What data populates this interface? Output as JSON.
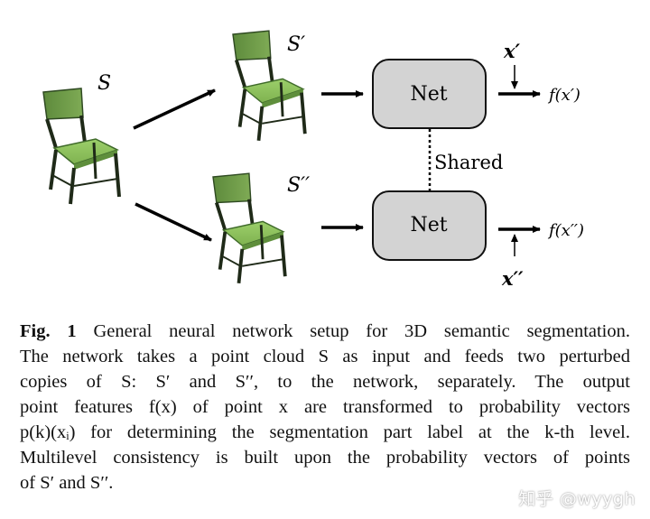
{
  "figure": {
    "labels": {
      "s": "S",
      "s_prime": "S′",
      "s_double_prime": "S′′",
      "net_top": "Net",
      "net_bottom": "Net",
      "shared": "Shared",
      "x_prime": "x′",
      "x_double_prime": "x′′",
      "f_x_prime": "f(x′)",
      "f_x_double_prime": "f(x′′)"
    },
    "colors": {
      "net_box_fill": "#d3d3d3",
      "chair_back": "#6f9a4a",
      "chair_seat": "#8ec15e",
      "chair_legs": "#2a3a22"
    }
  },
  "caption": {
    "lines": [
      "Fig. 1 General neural network setup for 3D semantic segmentation.",
      "The network takes a point cloud S as input and feeds two perturbed",
      "copies of S: S′ and S′′, to the network, separately. The output",
      "point features f(x) of point x are transformed to probability vectors",
      "p(k)(xᵢ) for determining the segmentation part label at the k-th level.",
      "Multilevel consistency is built upon the probability vectors of points",
      "of S′ and S′′."
    ]
  },
  "watermark": "知乎 @wyygh"
}
